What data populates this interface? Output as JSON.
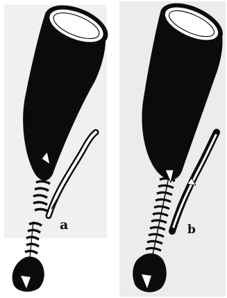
{
  "figure": {
    "panels": [
      {
        "id": "a",
        "label": "a"
      },
      {
        "id": "b",
        "label": "b"
      }
    ]
  },
  "colors": {
    "ink": "#0b0b0b",
    "paper": "#ffffff",
    "panel_bg": "#efefef"
  }
}
